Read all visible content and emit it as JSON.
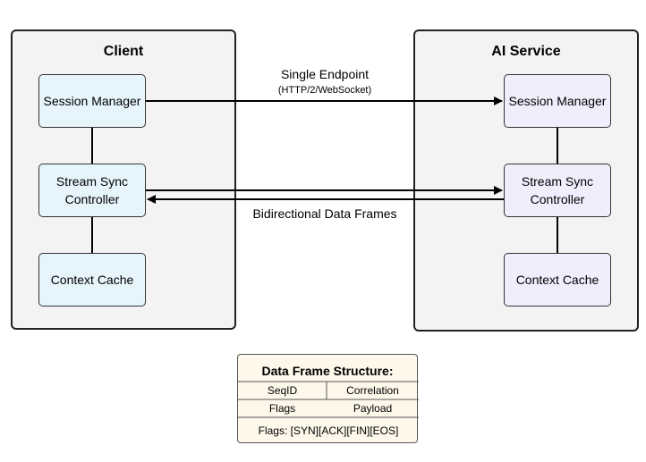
{
  "client": {
    "title": "Client",
    "session_manager": "Session Manager",
    "stream_sync": "Stream Sync\nController",
    "context_cache": "Context Cache"
  },
  "service": {
    "title": "AI Service",
    "session_manager": "Session Manager",
    "stream_sync": "Stream Sync\nController",
    "context_cache": "Context Cache"
  },
  "connections": {
    "endpoint_label": "Single Endpoint",
    "endpoint_protocol": "(HTTP/2/WebSocket)",
    "data_frames_label": "Bidirectional Data Frames"
  },
  "frame_structure": {
    "title": "Data Frame Structure:",
    "cells": [
      "SeqID",
      "Correlation",
      "Flags",
      "Payload"
    ],
    "flags": "Flags: [SYN][ACK][FIN][EOS]"
  },
  "colors": {
    "client_node": "#e6f5fc",
    "service_node": "#f0eefc",
    "panel": "#f3f3f3",
    "frame_box": "#fdf8ea"
  }
}
